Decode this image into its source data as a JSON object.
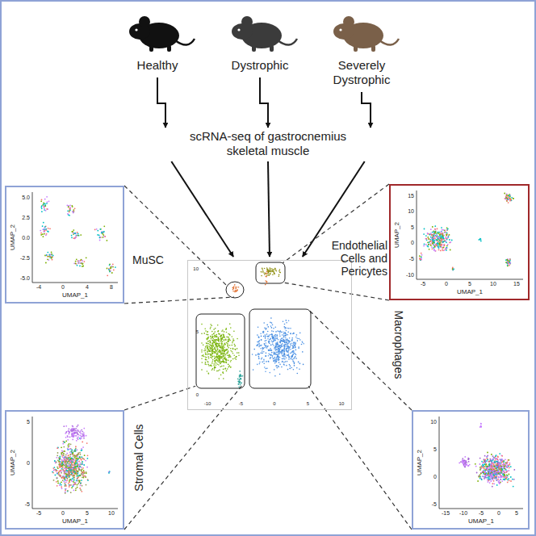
{
  "diagram": {
    "nodes": [
      {
        "text": [
          "Healthy"
        ]
      },
      {
        "text": [
          "Dystrophic"
        ]
      },
      {
        "text": [
          "Severely Dystrophic"
        ]
      },
      {
        "text": [
          "scRNA-seq of gastrocnemius skeletal muscle"
        ]
      },
      {
        "text": [
          "MuSC",
          "UMAP_2",
          "UMAP_1",
          "5.0",
          "2.5",
          "0.0",
          "-2.5",
          "-5.0",
          "-4",
          "0",
          "4",
          "8"
        ]
      },
      {
        "text": [
          "Endothelial Cells and Pericytes",
          "UMAP_2",
          "UMAP_1",
          "15",
          "10",
          "5",
          "0",
          "-5",
          "-10",
          "-5",
          "0",
          "5",
          "10",
          "15"
        ]
      },
      {
        "text": [
          "10",
          "5",
          "0",
          "-10",
          "-5",
          "0",
          "5",
          "10"
        ]
      },
      {
        "text": [
          "Stromal Cells",
          "UMAP_2",
          "UMAP_1",
          "5",
          "0",
          "-5",
          "-5",
          "0",
          "5",
          "10"
        ]
      },
      {
        "text": [
          "Macrophages",
          "UMAP_2",
          "UMAP_1",
          "10",
          "5",
          "0",
          "-5",
          "-15",
          "-10",
          "-5",
          "0",
          "5"
        ]
      }
    ],
    "edges": [
      {
        "from": 0,
        "to": 3,
        "arrow": "to"
      },
      {
        "from": 1,
        "to": 3,
        "arrow": "to"
      },
      {
        "from": 2,
        "to": 3,
        "arrow": "to"
      },
      {
        "from": 3,
        "to": 6,
        "arrow": "to"
      },
      {
        "from": 3,
        "to": 6,
        "arrow": "to"
      },
      {
        "from": 3,
        "to": 6,
        "arrow": "to"
      },
      {
        "from": 4,
        "to": 6,
        "arrow": "none"
      },
      {
        "from": 4,
        "to": 6,
        "arrow": "none"
      },
      {
        "from": 5,
        "to": 6,
        "arrow": "none"
      },
      {
        "from": 5,
        "to": 6,
        "arrow": "none"
      },
      {
        "from": 7,
        "to": 6,
        "arrow": "none"
      },
      {
        "from": 7,
        "to": 6,
        "arrow": "none"
      },
      {
        "from": 8,
        "to": 6,
        "arrow": "none"
      },
      {
        "from": 8,
        "to": 6,
        "arrow": "none"
      }
    ]
  }
}
